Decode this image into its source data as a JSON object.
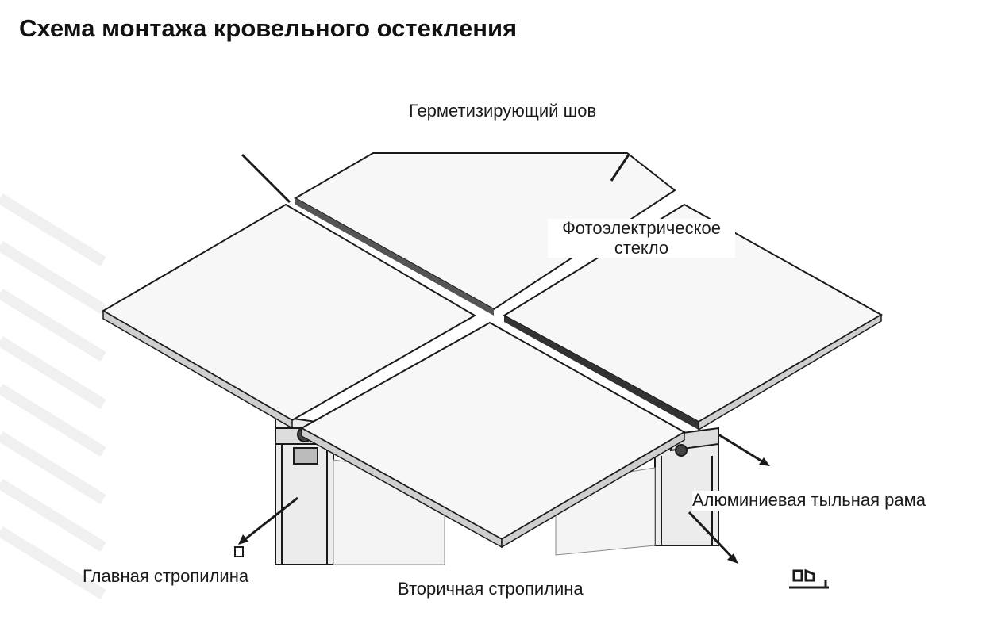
{
  "title": "Схема монтажа кровельного остекления",
  "labels": {
    "sealing_seam": "Герметизирующий шов",
    "pv_glass_line1": "Фотоэлектрическое",
    "pv_glass_line2": "стекло",
    "aluminum_back_frame": "Алюминиевая тыльная рама",
    "main_rafter": "Главная стропилина",
    "secondary_rafter": "Вторичная стропилина"
  },
  "colors": {
    "line": "#1a1a1a",
    "panel_fill": "#f7f7f7",
    "panel_edge": "#cfcfcf",
    "seam": "#333333",
    "rafter_fill": "#ececec",
    "stripe": "#f0f0f0"
  }
}
